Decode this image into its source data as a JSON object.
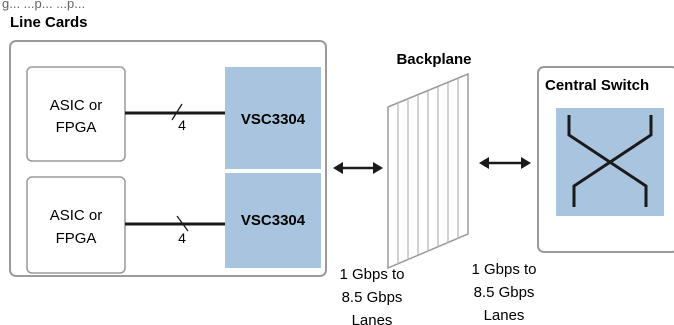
{
  "caption_fragment": "g... ...p... ...p...",
  "line_cards": {
    "title": "Line Cards",
    "cards": [
      {
        "asic_line1": "ASIC or",
        "asic_line2": "FPGA",
        "bus_width": "4",
        "chip": "VSC3304"
      },
      {
        "asic_line1": "ASIC or",
        "asic_line2": "FPGA",
        "bus_width": "4",
        "chip": "VSC3304"
      }
    ]
  },
  "backplane": {
    "title": "Backplane"
  },
  "central_switch": {
    "title": "Central Switch"
  },
  "link_left": {
    "line1": "1 Gbps to",
    "line2": "8.5 Gbps",
    "line3": "Lanes"
  },
  "link_right": {
    "line1": "1 Gbps to",
    "line2": "8.5 Gbps",
    "line3": "Lanes"
  },
  "colors": {
    "chip_fill": "#a9c4df",
    "frame_stroke": "#9a9a9a",
    "line": "#1a1a1a"
  }
}
